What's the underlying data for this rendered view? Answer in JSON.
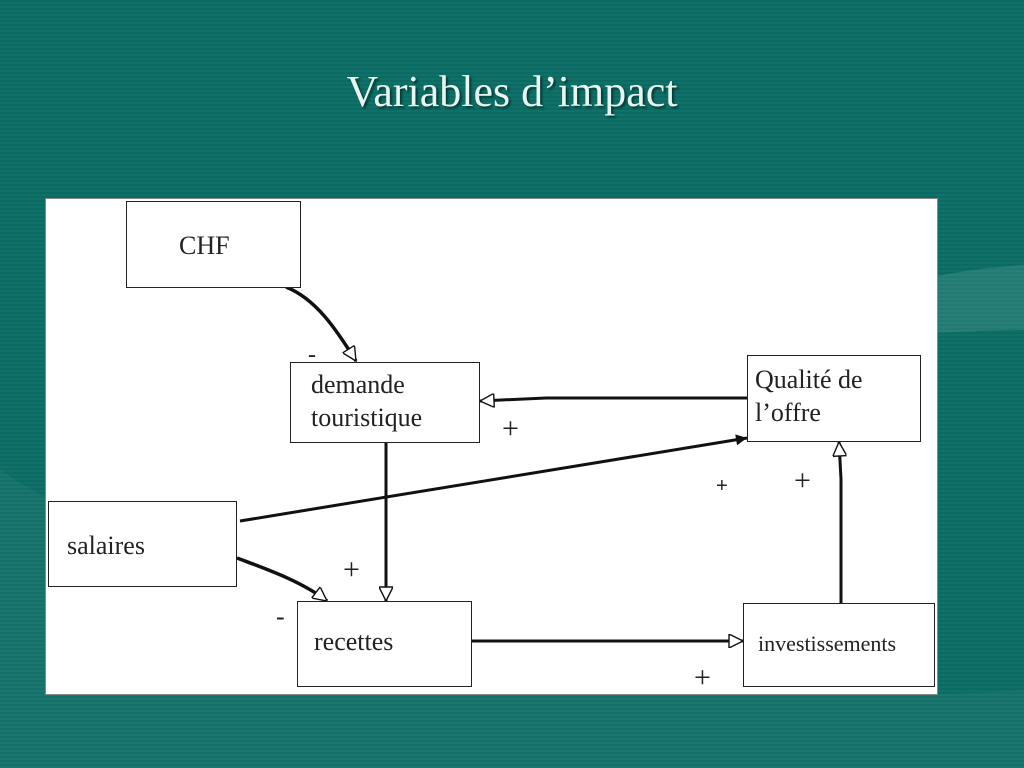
{
  "slide": {
    "title": "Variables d’impact"
  },
  "diagram": {
    "nodes": {
      "chf": "CHF",
      "demande": "demande\n touristique",
      "qualite": "Qualité de\n l’offre",
      "salaires": "salaires",
      "recettes": "recettes",
      "investissements": "investissements"
    },
    "signs": {
      "chf_to_demande": "-",
      "qualite_to_demande": "+",
      "salaires_to_qualite": "+",
      "invest_to_qualite": "+",
      "demande_to_recettes": "+",
      "salaires_to_recettes": "-",
      "recettes_to_invest": "+"
    }
  },
  "colors": {
    "background": "#0b6e66",
    "title": "#e8f6ef"
  }
}
